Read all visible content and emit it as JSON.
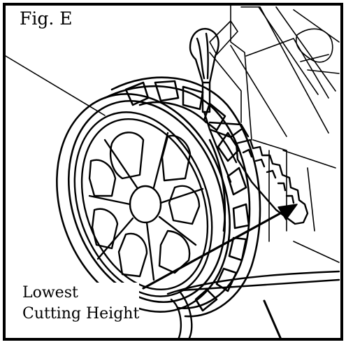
{
  "figure": {
    "label": "Fig. E",
    "callout": {
      "line1": "Lowest",
      "line2": "Cutting Height"
    }
  },
  "colors": {
    "ink": "#000000",
    "paper": "#ffffff"
  },
  "icons": {
    "wheel": "mower-wheel-illustration",
    "lever": "height-adjust-lever-illustration",
    "notches": "height-notch-plate-illustration",
    "arrow": "pointer-arrow"
  }
}
